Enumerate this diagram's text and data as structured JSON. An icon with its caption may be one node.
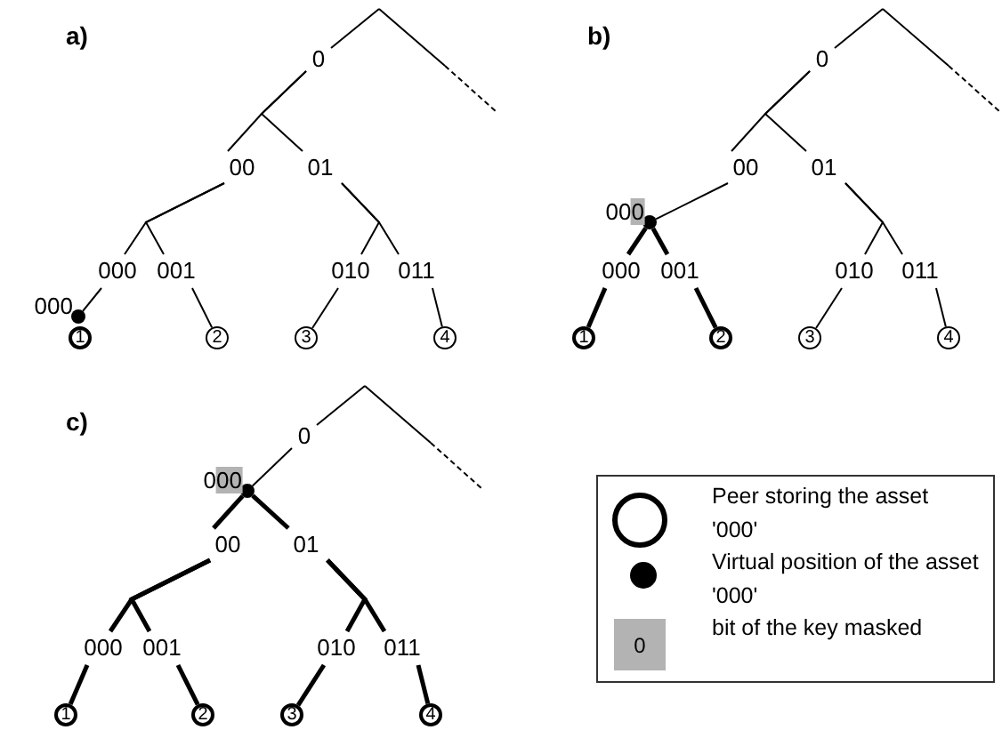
{
  "diagram": {
    "nodes": [
      {
        "text": [
          "0"
        ]
      },
      {
        "text": [
          "00"
        ]
      },
      {
        "text": [
          "01"
        ]
      },
      {
        "text": [
          "000"
        ]
      },
      {
        "text": [
          "001"
        ]
      },
      {
        "text": [
          "010"
        ]
      },
      {
        "text": [
          "011"
        ]
      },
      {
        "text": [],
        "shape": "circle",
        "beside": [
          "000"
        ]
      },
      {
        "text": [
          "1"
        ]
      },
      {
        "text": [
          "2"
        ]
      },
      {
        "text": [
          "3"
        ]
      },
      {
        "text": [
          "4"
        ]
      },
      {
        "text": [
          "0"
        ]
      },
      {
        "text": [
          "00"
        ]
      },
      {
        "text": [
          "01"
        ]
      },
      {
        "text": [
          "000"
        ]
      },
      {
        "text": [
          "001"
        ]
      },
      {
        "text": [
          "010"
        ]
      },
      {
        "text": [
          "011"
        ]
      },
      {
        "text": [],
        "shape": "circle",
        "beside": [
          "00",
          "0"
        ]
      },
      {
        "text": [
          "1"
        ]
      },
      {
        "text": [
          "2"
        ]
      },
      {
        "text": [
          "3"
        ]
      },
      {
        "text": [
          "4"
        ]
      },
      {
        "text": [
          "0"
        ]
      },
      {
        "text": [
          "00"
        ]
      },
      {
        "text": [
          "01"
        ]
      },
      {
        "text": [
          "000"
        ]
      },
      {
        "text": [
          "001"
        ]
      },
      {
        "text": [
          "010"
        ]
      },
      {
        "text": [
          "011"
        ]
      },
      {
        "text": [],
        "shape": "circle",
        "beside": [
          "0",
          "00"
        ]
      },
      {
        "text": [
          "1"
        ]
      },
      {
        "text": [
          "2"
        ]
      },
      {
        "text": [
          "3"
        ]
      },
      {
        "text": [
          "4"
        ]
      }
    ],
    "edges": [
      {
        "from": null,
        "to": 0,
        "arrow": "none"
      },
      {
        "from": 0,
        "to": 1,
        "arrow": "none"
      },
      {
        "from": 0,
        "to": 2,
        "arrow": "none"
      },
      {
        "from": 1,
        "to": 3,
        "arrow": "none"
      },
      {
        "from": 1,
        "to": 4,
        "arrow": "none"
      },
      {
        "from": 2,
        "to": 5,
        "arrow": "none"
      },
      {
        "from": 2,
        "to": 6,
        "arrow": "none"
      },
      {
        "from": 3,
        "to": 7,
        "arrow": "none"
      },
      {
        "from": 4,
        "to": 9,
        "arrow": "none"
      },
      {
        "from": 5,
        "to": 10,
        "arrow": "none"
      },
      {
        "from": 6,
        "to": 11,
        "arrow": "none"
      },
      {
        "from": null,
        "to": 12,
        "arrow": "none"
      },
      {
        "from": 12,
        "to": 13,
        "arrow": "none"
      },
      {
        "from": 12,
        "to": 14,
        "arrow": "none"
      },
      {
        "from": 13,
        "to": 19,
        "arrow": "none"
      },
      {
        "from": 19,
        "to": 15,
        "arrow": "none",
        "style": "thick"
      },
      {
        "from": 19,
        "to": 16,
        "arrow": "none",
        "style": "thick"
      },
      {
        "from": 14,
        "to": 17,
        "arrow": "none"
      },
      {
        "from": 14,
        "to": 18,
        "arrow": "none"
      },
      {
        "from": 15,
        "to": 20,
        "arrow": "none",
        "style": "thick"
      },
      {
        "from": 16,
        "to": 21,
        "arrow": "none",
        "style": "thick"
      },
      {
        "from": 17,
        "to": 22,
        "arrow": "none"
      },
      {
        "from": 18,
        "to": 23,
        "arrow": "none"
      },
      {
        "from": null,
        "to": 24,
        "arrow": "none"
      },
      {
        "from": 24,
        "to": 31,
        "arrow": "none"
      },
      {
        "from": 31,
        "to": 25,
        "arrow": "none",
        "style": "thick"
      },
      {
        "from": 31,
        "to": 26,
        "arrow": "none",
        "style": "thick"
      },
      {
        "from": 25,
        "to": 27,
        "arrow": "none",
        "style": "thick"
      },
      {
        "from": 25,
        "to": 28,
        "arrow": "none",
        "style": "thick"
      },
      {
        "from": 26,
        "to": 29,
        "arrow": "none",
        "style": "thick"
      },
      {
        "from": 26,
        "to": 30,
        "arrow": "none",
        "style": "thick"
      },
      {
        "from": 27,
        "to": 32,
        "arrow": "none",
        "style": "thick"
      },
      {
        "from": 28,
        "to": 33,
        "arrow": "none",
        "style": "thick"
      },
      {
        "from": 29,
        "to": 34,
        "arrow": "none",
        "style": "thick"
      },
      {
        "from": 30,
        "to": 35,
        "arrow": "none",
        "style": "thick"
      }
    ],
    "labels": [
      "a)",
      "b)",
      "c)",
      "0"
    ],
    "legend": [
      {
        "text": "Peer storing the asset '000'"
      },
      {
        "text": "Virtual position of the asset '000'"
      },
      {
        "text": "bit of the key masked",
        "color": "#b3b3b3"
      }
    ]
  }
}
